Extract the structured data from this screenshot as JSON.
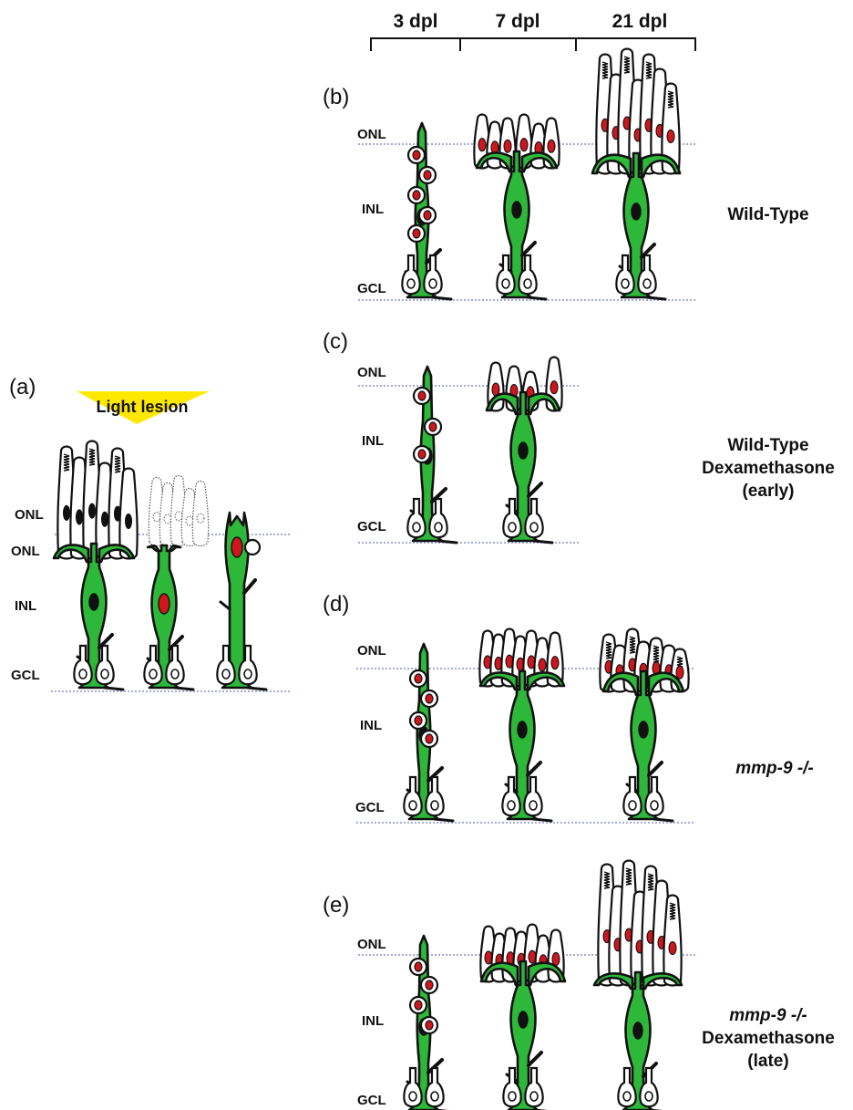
{
  "timepoints": [
    "3 dpl",
    "7 dpl",
    "21 dpl"
  ],
  "panel_labels": {
    "a": "(a)",
    "b": "(b)",
    "c": "(c)",
    "d": "(d)",
    "e": "(e)"
  },
  "layers": {
    "onl": "ONL",
    "inl": "INL",
    "gcl": "GCL"
  },
  "lesion_label": "Light lesion",
  "conditions": {
    "b": [
      "Wild-Type"
    ],
    "c": [
      "Wild-Type",
      "Dexamethasone",
      "(early)"
    ],
    "d": [
      "mmp-9 -/-"
    ],
    "e": [
      "mmp-9 -/-",
      "Dexamethasone",
      "(late)"
    ]
  },
  "colors": {
    "muller_glia": "#2db83a",
    "progenitor_nucleus": "#d0161d",
    "lesion_light": "#ffe800",
    "layer_boundary": "#8a8fc8"
  }
}
